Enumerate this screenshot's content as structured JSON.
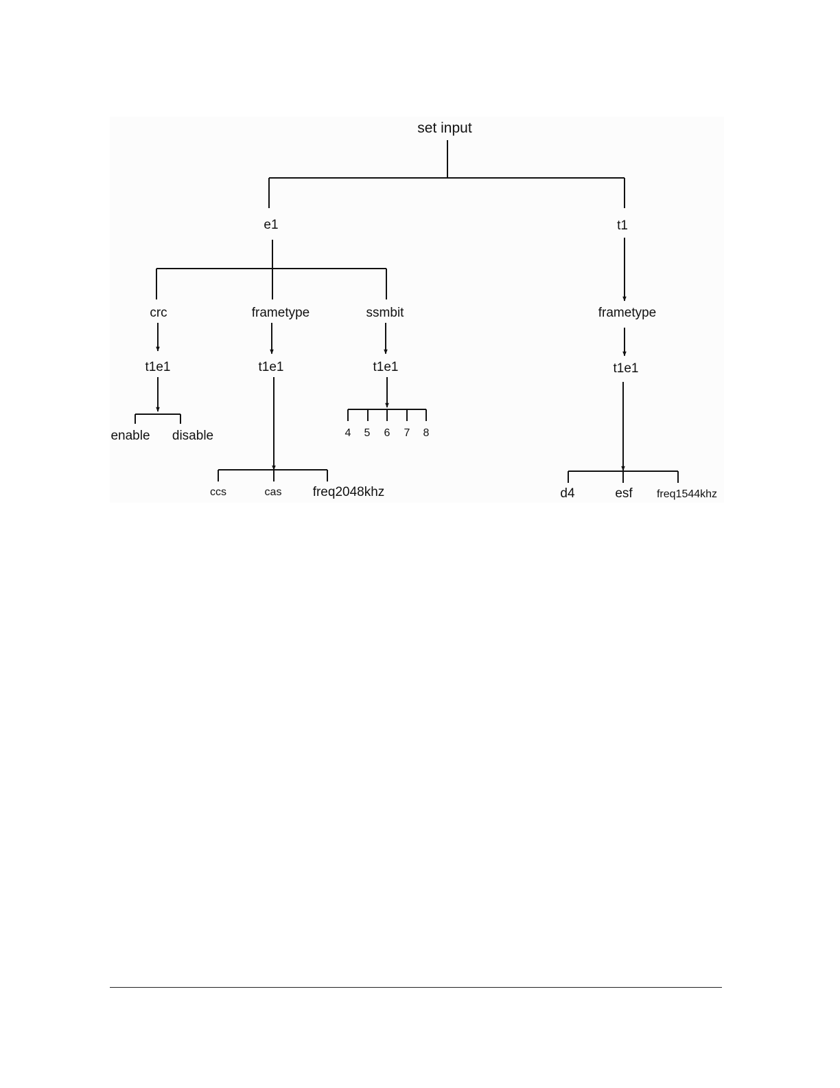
{
  "tree": {
    "root": "set input",
    "e1": {
      "label": "e1",
      "crc": {
        "label": "crc",
        "t1e1": "t1e1",
        "options": [
          "enable",
          "disable"
        ]
      },
      "frametype": {
        "label": "frametype",
        "t1e1": "t1e1",
        "options": [
          "ccs",
          "cas",
          "freq2048khz"
        ]
      },
      "ssmbit": {
        "label": "ssmbit",
        "t1e1": "t1e1",
        "options": [
          "4",
          "5",
          "6",
          "7",
          "8"
        ]
      }
    },
    "t1": {
      "label": "t1",
      "frametype": {
        "label": "frametype",
        "t1e1": "t1e1",
        "options": [
          "d4",
          "esf",
          "freq1544khz"
        ]
      }
    }
  }
}
